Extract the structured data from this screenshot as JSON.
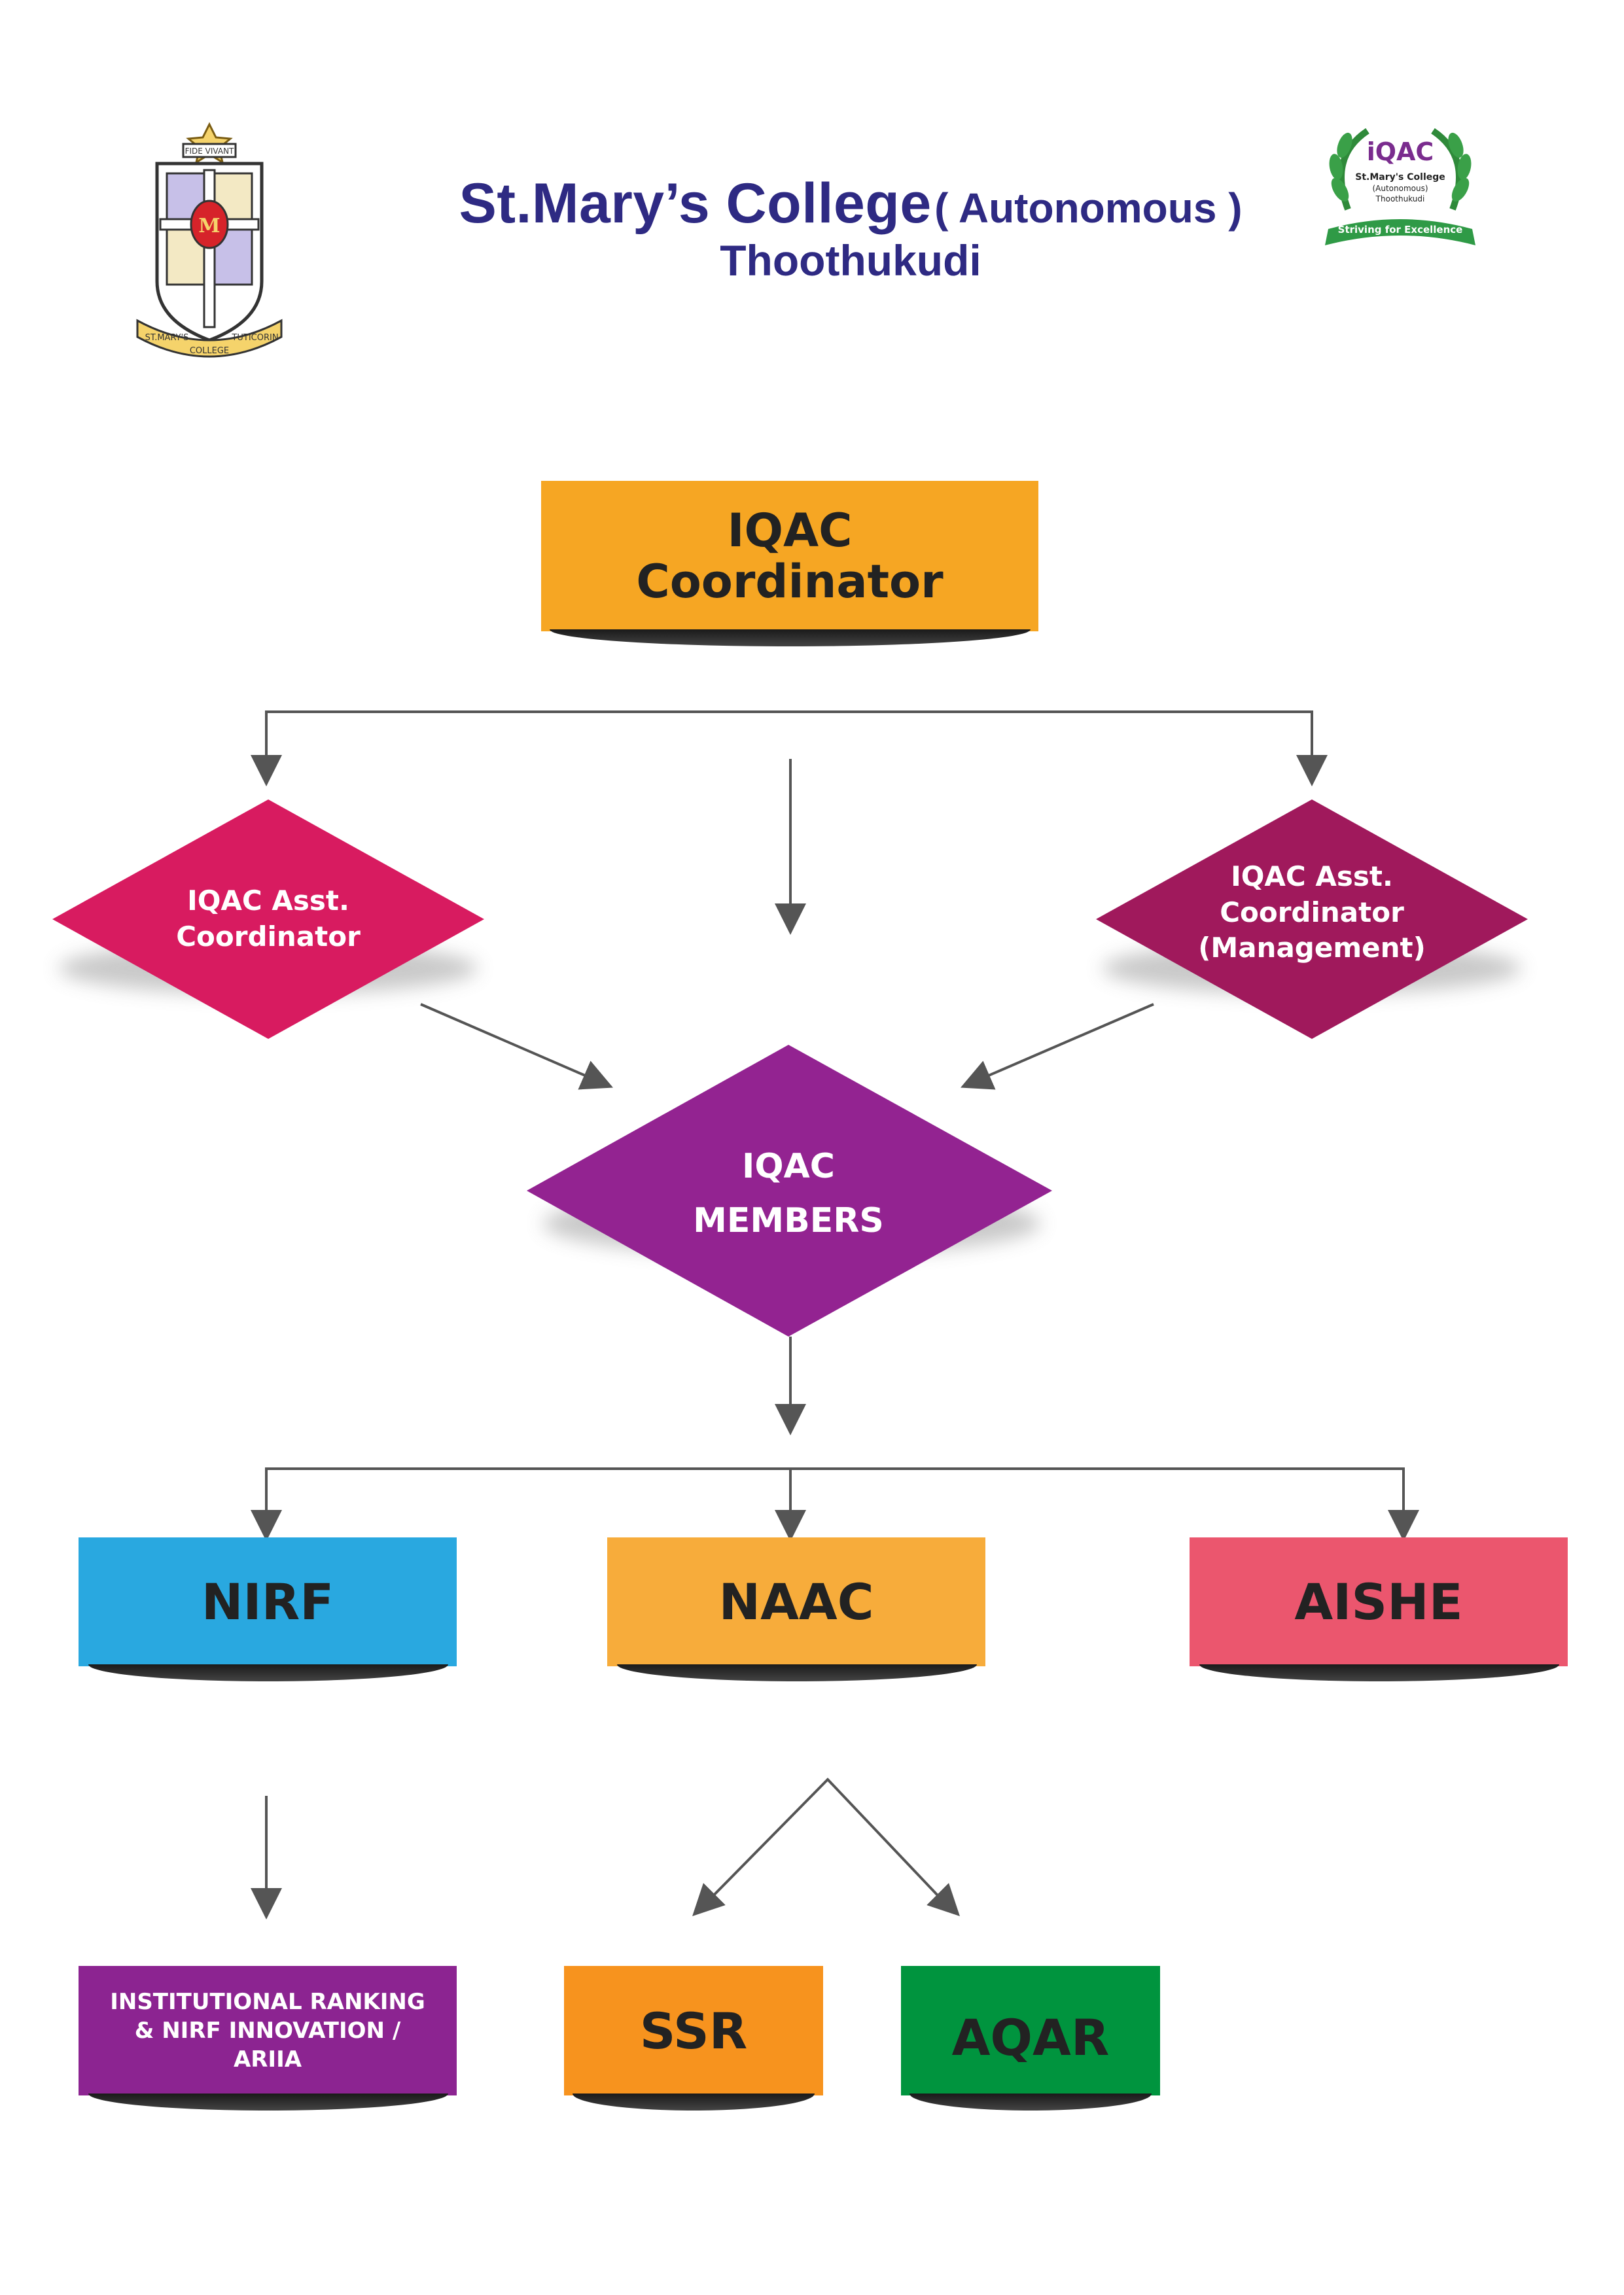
{
  "header": {
    "college_name": "St.Mary’s College",
    "college_status": "( Autonomous )",
    "college_city": "Thoothukudi",
    "crest_logo": {
      "motto": "FIDE VIVANT",
      "ribbon_left": "ST.MARY'S",
      "ribbon_mid": "COLLEGE",
      "ribbon_right": "TUTICORIN"
    },
    "iqac_logo": {
      "logo_text": "iQAC",
      "line1": "St.Mary's College",
      "line2": "(Autonomous)",
      "line3": "Thoothukudi",
      "ribbon": "Striving for Excellence"
    }
  },
  "nodes": {
    "coordinator": {
      "line1": "IQAC",
      "line2": "Coordinator",
      "color": "#f6a623"
    },
    "asst_coordinator": {
      "text": "IQAC Asst.\nCoordinator",
      "color": "#d81b60"
    },
    "asst_coordinator_mgmt": {
      "text": "IQAC Asst.\nCoordinator\n(Management)",
      "color": "#a0195c"
    },
    "members": {
      "text": "IQAC\nMEMBERS",
      "color": "#932391"
    },
    "nirf": {
      "label": "NIRF",
      "color": "#29a8e0"
    },
    "naac": {
      "label": "NAAC",
      "color": "#f7ac3b"
    },
    "aishe": {
      "label": "AISHE",
      "color": "#eb566e"
    },
    "ranking": {
      "text": "INSTITUTIONAL RANKING\n& NIRF INNOVATION /\nARIIA",
      "color": "#8c2491"
    },
    "ssr": {
      "label": "SSR",
      "color": "#f7931e"
    },
    "aqar": {
      "label": "AQAR",
      "color": "#00943e"
    }
  },
  "connector_color": "#555555"
}
